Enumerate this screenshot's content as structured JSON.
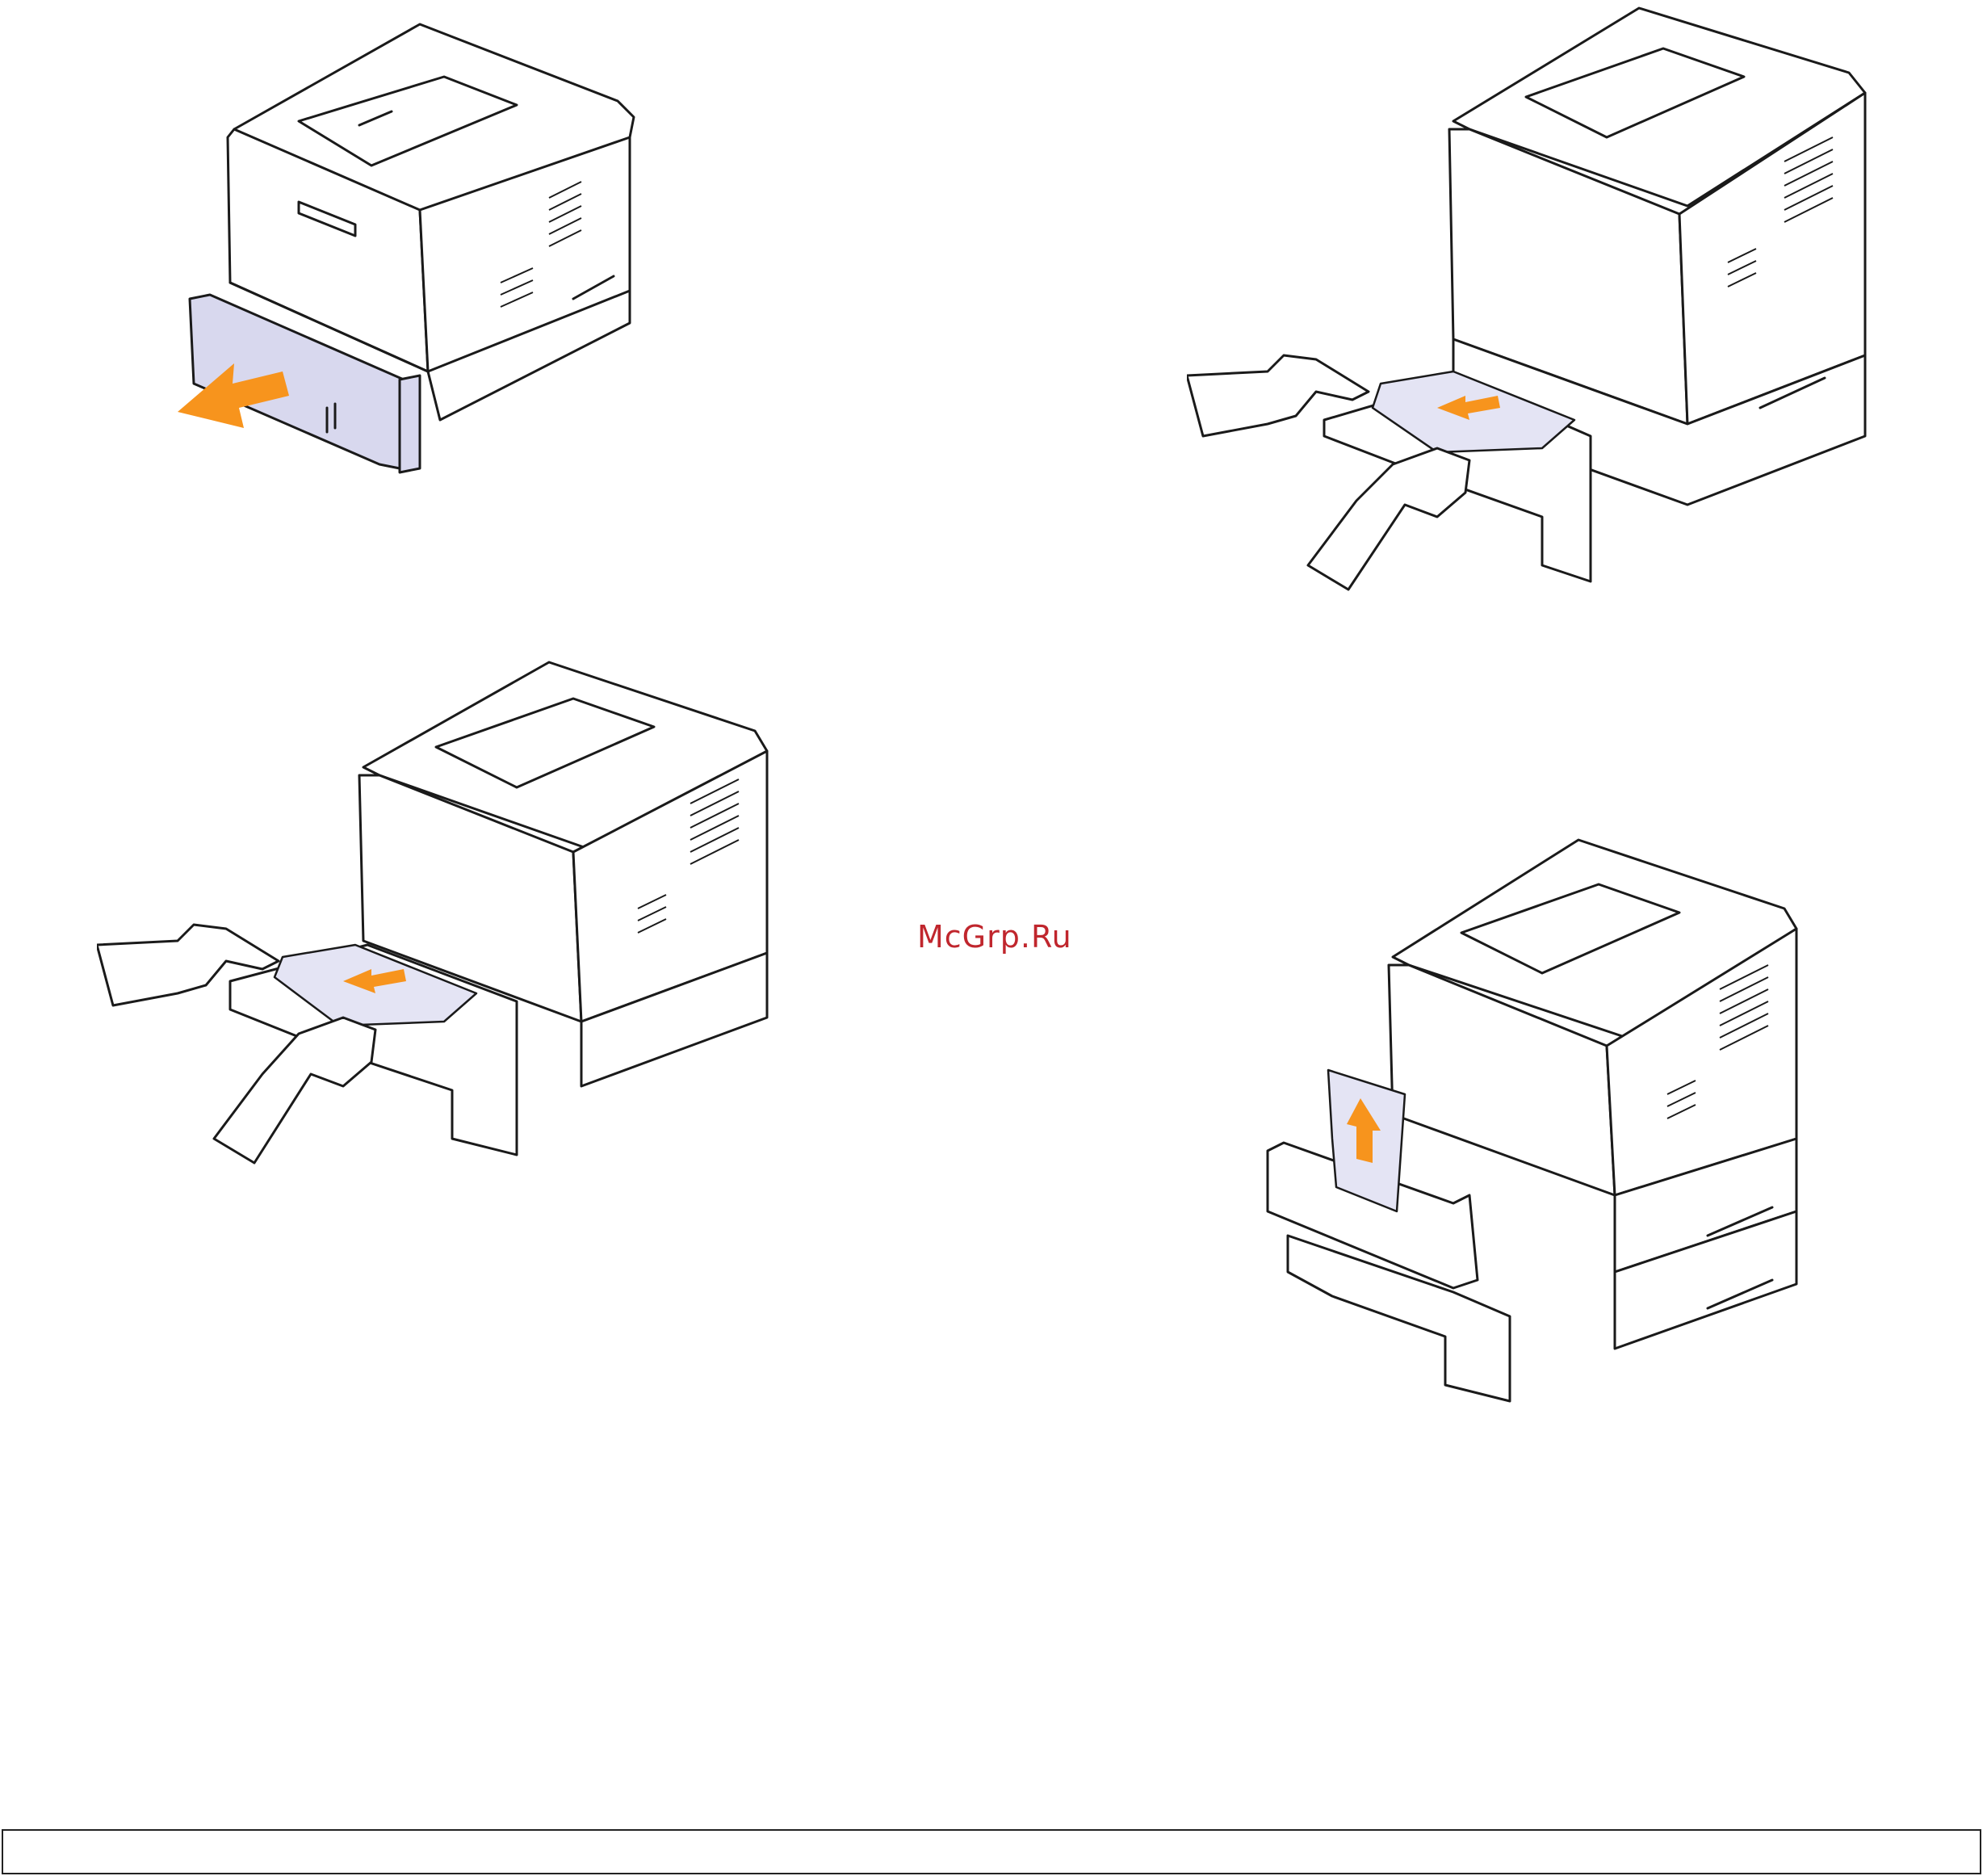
{
  "watermark": {
    "text": "McGrp.Ru",
    "color": "#c0262d"
  },
  "colors": {
    "arrow": "#f7941d",
    "paper": "#e4e4f4",
    "tray_highlight": "#d8d8ee",
    "outline": "#1a1a1a"
  },
  "illustrations": [
    {
      "name": "pull-out-tray",
      "icon": "printer-tray-pull-icon"
    },
    {
      "name": "remove-paper-tray2",
      "icon": "printer-paper-jam-icon"
    },
    {
      "name": "remove-paper-tray1",
      "icon": "printer-paper-jam-icon"
    },
    {
      "name": "remove-paper-up",
      "icon": "printer-paper-up-icon"
    }
  ]
}
